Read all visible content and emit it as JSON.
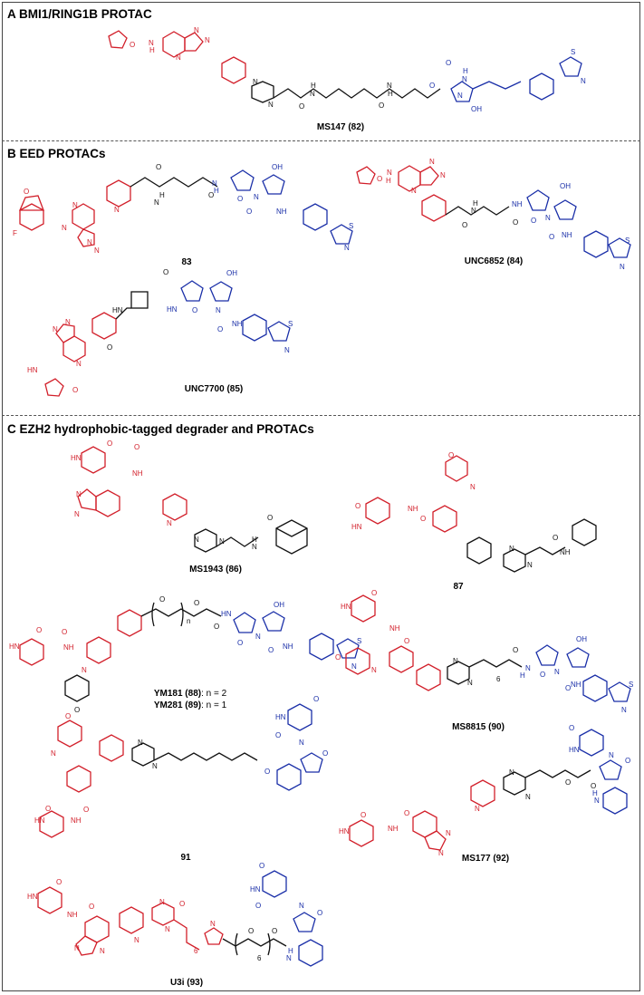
{
  "panels": {
    "a": {
      "title": "A BMI1/RING1B PROTAC"
    },
    "b": {
      "title": "B EED PROTACs"
    },
    "c": {
      "title": "C EZH2 hydrophobic-tagged degrader and PROTACs"
    }
  },
  "compounds": {
    "ms147": "MS147 (82)",
    "c83": "83",
    "unc6852": "UNC6852 (84)",
    "unc7700": "UNC7700 (85)",
    "ms1943": "MS1943 (86)",
    "c87": "87",
    "ym181_name": "YM181 (88)",
    "ym181_n": ": n = 2",
    "ym281_name": "YM281 (89)",
    "ym281_n": ": n = 1",
    "ms8815": "MS8815 (90)",
    "c91": "91",
    "ms177": "MS177 (92)",
    "u3i": "U3i (93)"
  },
  "atom_text": {
    "NH": "NH",
    "HN": "HN",
    "N": "N",
    "O": "O",
    "OH": "OH",
    "S": "S",
    "F": "F",
    "H": "H",
    "n": "n",
    "six": "6"
  },
  "colors": {
    "ligand": "#d21f2a",
    "e3_ligand": "#1a2fa8",
    "linker": "#111111"
  }
}
